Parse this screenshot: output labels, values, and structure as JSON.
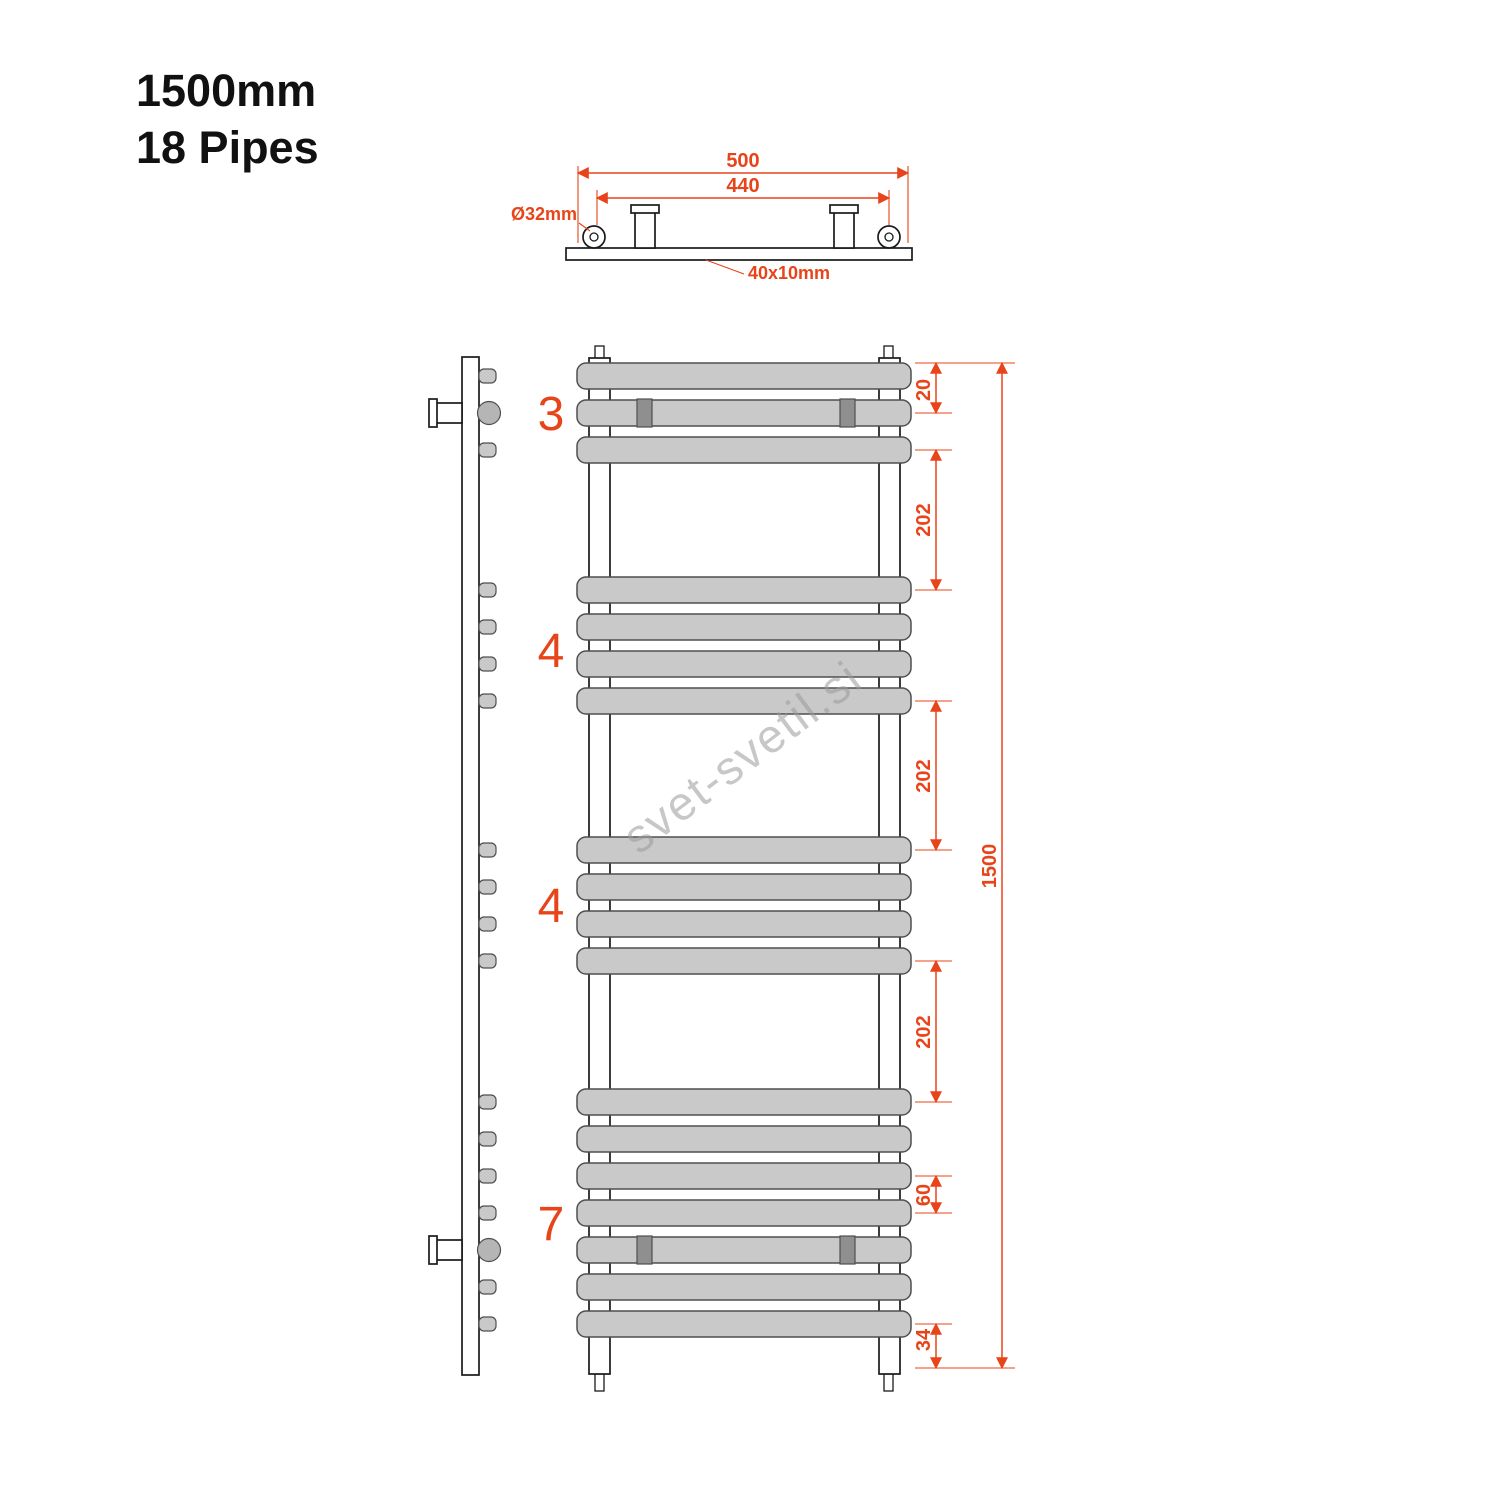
{
  "title": {
    "size": "1500mm",
    "pipes": "18 Pipes"
  },
  "watermark": {
    "text": "svet-svetil.si"
  },
  "colors": {
    "dimension": "#E8441A",
    "outline": "#1a1a1a",
    "pipe_fill": "#c9c9c9",
    "pipe_stroke": "#4f4f4f",
    "bracket_fill": "#8f8f8f"
  },
  "top_view": {
    "overall_width": "500",
    "centers_width": "440",
    "pipe_diameter": "Ø32mm",
    "bar_profile": "40x10mm"
  },
  "front_view": {
    "groups": [
      {
        "label": "3",
        "count": 3
      },
      {
        "label": "4",
        "count": 4
      },
      {
        "label": "4",
        "count": 4
      },
      {
        "label": "7",
        "count": 7
      }
    ]
  },
  "right_dimensions": {
    "top_offset": "20",
    "gap1": "202",
    "gap2": "202",
    "gap3": "202",
    "bottom_pitch": "60",
    "bottom_offset": "34",
    "overall_height": "1500"
  }
}
